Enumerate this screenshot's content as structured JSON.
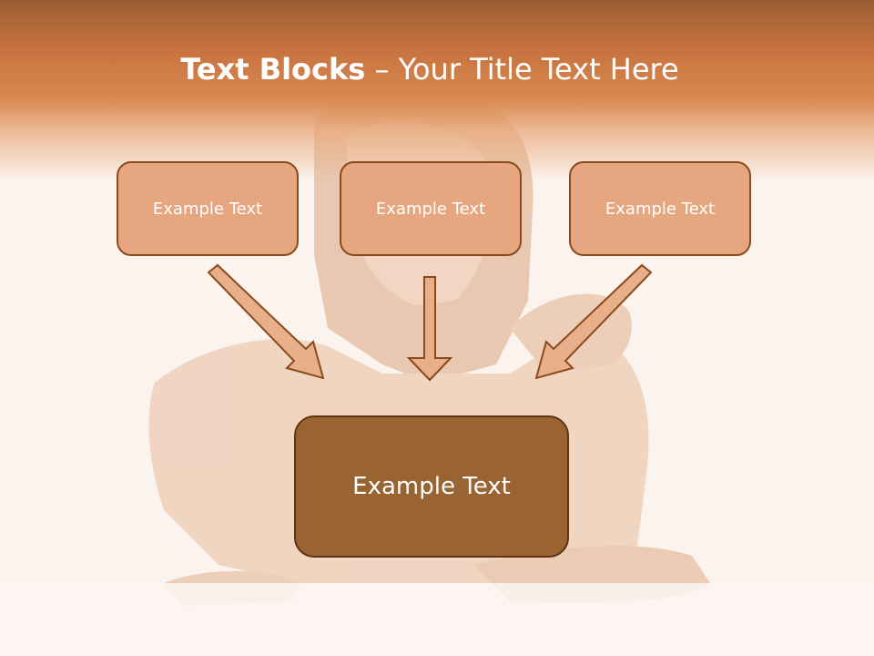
{
  "slide": {
    "title_bold": "Text Blocks",
    "title_dash": "–",
    "title_rest": "Your Title Text Here"
  },
  "blocks": {
    "left": "Example Text",
    "middle": "Example Text",
    "right": "Example Text",
    "center": "Example Text"
  },
  "colors": {
    "title_band": "#c8733f",
    "small_box_fill": "#e6a680",
    "small_box_border": "#8a4a1c",
    "big_box_fill": "#996332",
    "big_box_border": "#5e3413",
    "arrow_fill": "#e8b08a",
    "arrow_stroke": "#8a4a1c"
  }
}
